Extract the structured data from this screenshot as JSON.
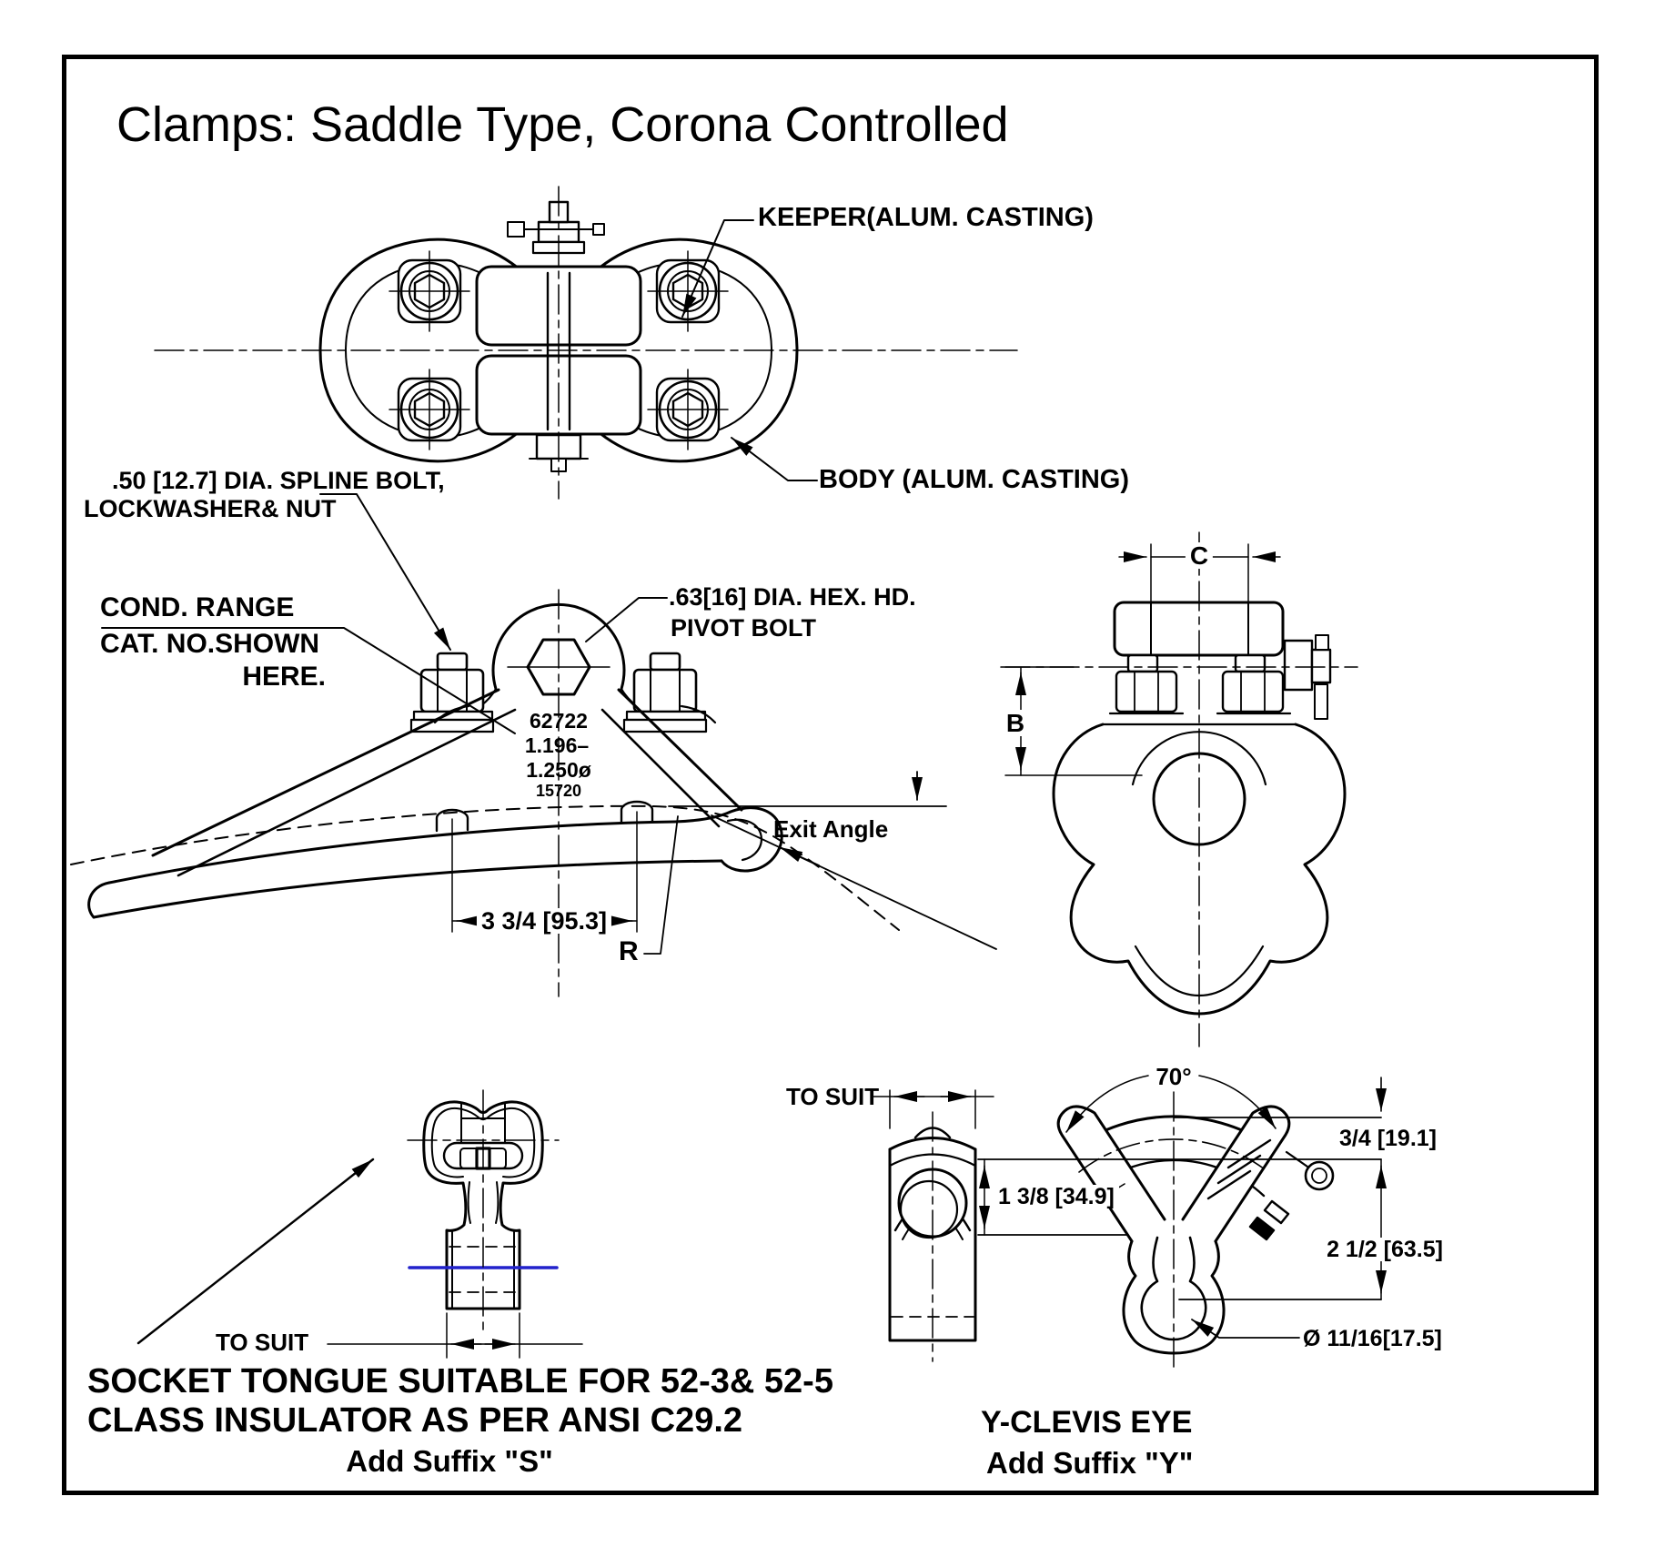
{
  "title": "Clamps: Saddle Type, Corona Controlled",
  "colors": {
    "ink": "#000000",
    "conductor_highlight": "#2222CC"
  },
  "top_view": {
    "keeper_label": "KEEPER(ALUM. CASTING)",
    "body_label": "BODY (ALUM. CASTING)"
  },
  "front_view": {
    "spline_note_1": ".50 [12.7] DIA. SPLINE BOLT,",
    "spline_note_2": "LOCKWASHER& NUT",
    "cond_range_1": "COND. RANGE",
    "cond_range_2": "CAT. NO.SHOWN",
    "cond_range_3": "HERE.",
    "pivot_note_1": ".63[16] DIA. HEX. HD.",
    "pivot_note_2": "PIVOT BOLT",
    "cat_no": "62722",
    "range_min": "1.196–",
    "range_max": "1.250ø",
    "alt_cat_no": "15720",
    "dim_bolt_spacing": "3 3/4 [95.3]",
    "exit_angle_label": "Exit Angle",
    "radius_label": "R"
  },
  "side_view": {
    "dim_b": "B",
    "dim_c": "C"
  },
  "socket_view": {
    "dim_to_suit": "TO SUIT",
    "caption_1": "SOCKET TONGUE SUITABLE FOR 52-3& 52-5",
    "caption_2": "CLASS INSULATOR AS PER ANSI C29.2",
    "caption_3": "Add Suffix \"S\""
  },
  "clevis_bar_view": {
    "dim_to_suit": "TO SUIT"
  },
  "y_clevis_view": {
    "dim_angle": "70°",
    "dim_top": "3/4 [19.1]",
    "dim_side": "1 3/8 [34.9]",
    "dim_height": "2 1/2 [63.5]",
    "dim_hole": "Ø 11/16[17.5]",
    "caption_1": "Y-CLEVIS EYE",
    "caption_2": "Add Suffix \"Y\""
  }
}
